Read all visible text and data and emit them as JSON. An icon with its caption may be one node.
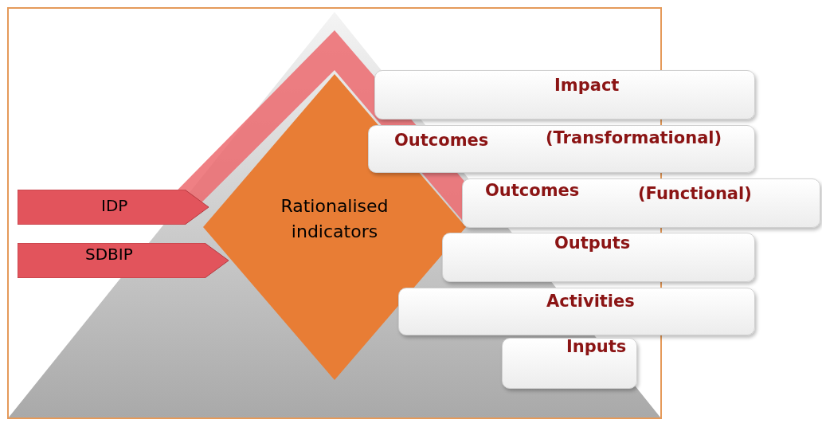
{
  "diagram": {
    "nodes": [
      {
        "text": [
          "IDP"
        ]
      },
      {
        "text": [
          "SDBIP"
        ]
      },
      {
        "text": [
          "Rationalised indicators"
        ]
      },
      {
        "text": [
          "Impact"
        ]
      },
      {
        "text": [
          "Outcomes",
          "(Transformational)"
        ]
      },
      {
        "text": [
          "Outcomes",
          "(Functional)"
        ]
      },
      {
        "text": [
          "Outputs"
        ]
      },
      {
        "text": [
          "Activities"
        ]
      },
      {
        "text": [
          "Inputs"
        ]
      }
    ]
  }
}
